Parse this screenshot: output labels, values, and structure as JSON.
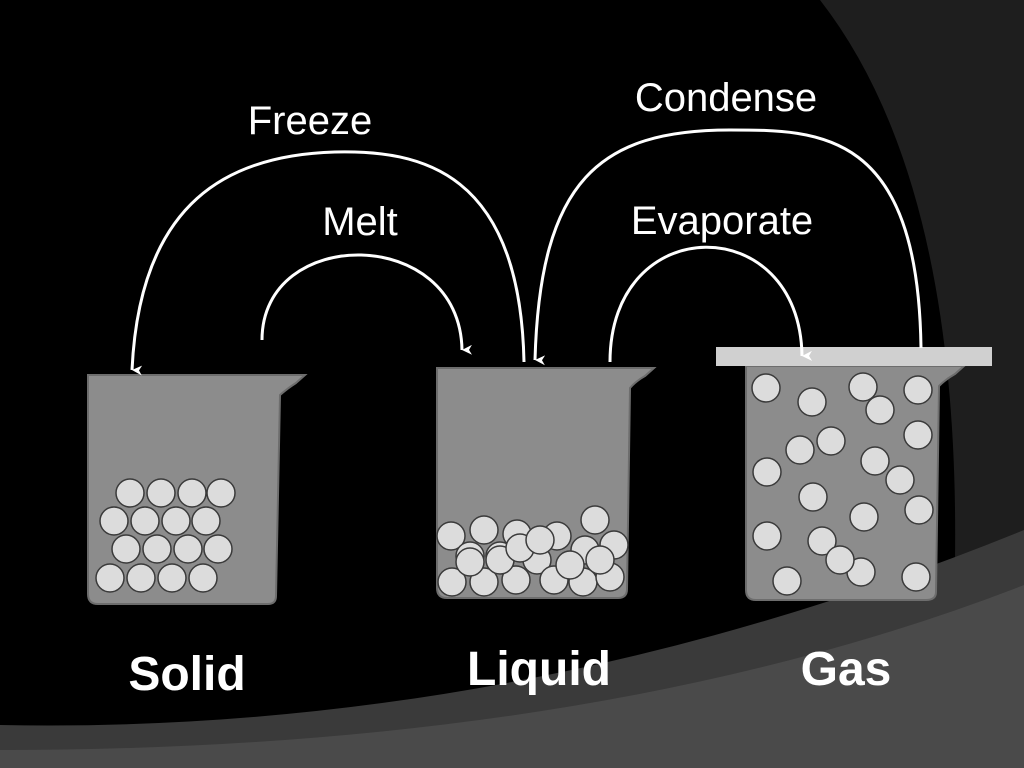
{
  "arrows": {
    "freeze": "Freeze",
    "melt": "Melt",
    "condense": "Condense",
    "evaporate": "Evaporate"
  },
  "states": {
    "solid": "Solid",
    "liquid": "Liquid",
    "gas": "Gas"
  },
  "colors": {
    "background": "#000000",
    "swoosh_dark": "#1e1e1e",
    "swoosh_mid": "#333333",
    "swoosh_light": "#4a4a4a",
    "beaker_fill": "#8c8c8c",
    "particle_fill": "#dcdcdc",
    "lid": "#d0d0d0",
    "arrow_line": "#ffffff",
    "text": "#ffffff"
  },
  "particle_counts": {
    "solid": 16,
    "liquid": 22,
    "gas": 20
  }
}
